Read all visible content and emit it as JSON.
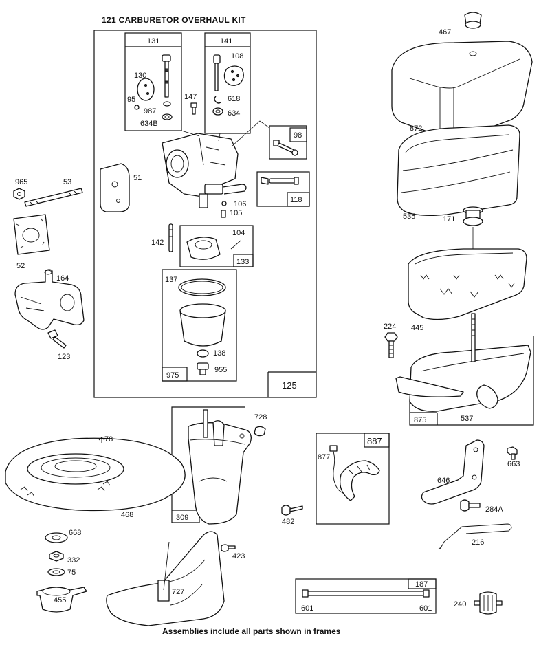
{
  "title": "121 CARBURETOR OVERHAUL KIT",
  "caption": "Assemblies include all parts shown in frames",
  "frame_labels": {
    "f131": "131",
    "f141": "141",
    "f98": "98",
    "f118": "118",
    "f133": "133",
    "f975": "975",
    "f125": "125",
    "f309": "309",
    "f887": "887",
    "f875": "875",
    "f187": "187"
  },
  "parts": {
    "p130": "130",
    "p95": "95",
    "p987": "987",
    "p634b": "634B",
    "p108": "108",
    "p618": "618",
    "p634": "634",
    "p147": "147",
    "p51": "51",
    "p106": "106",
    "p105": "105",
    "p142": "142",
    "p104": "104",
    "p137": "137",
    "p138": "138",
    "p955": "955",
    "p965": "965",
    "p53": "53",
    "p52": "52",
    "p164": "164",
    "p123": "123",
    "p467": "467",
    "p872": "872",
    "p535": "535",
    "p171": "171",
    "p445": "445",
    "p224": "224",
    "p537": "537",
    "p728": "728",
    "p78": "78",
    "p468": "468",
    "p877": "877",
    "p663": "663",
    "p646": "646",
    "p284a": "284A",
    "p482": "482",
    "p216": "216",
    "p668": "668",
    "p332": "332",
    "p75": "75",
    "p455": "455",
    "p423": "423",
    "p727": "727",
    "p601a": "601",
    "p601b": "601",
    "p240": "240"
  }
}
